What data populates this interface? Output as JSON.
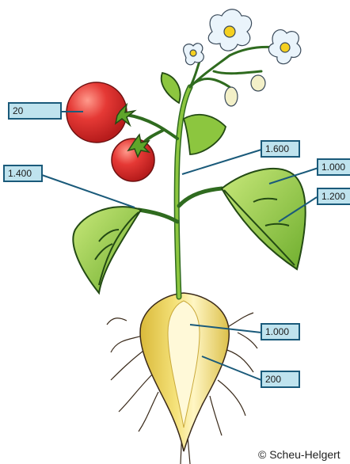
{
  "labels": {
    "fruit": "20",
    "stem_top": "1.600",
    "leaf_left": "1.400",
    "leaf_right": "1.000",
    "leaf_vein_right": "1.200",
    "tuber_center": "1.000",
    "tuber_outer": "200"
  },
  "copyright": "© Scheu-Helgert",
  "colors": {
    "label_fill": "#bfe3ee",
    "label_border": "#1a5a7a",
    "leader_line": "#1a5a7a",
    "leaf": "#8cc63f",
    "tomato": "#e53935",
    "tuber": "#f2dc6b",
    "flower": "#eaf4fb"
  }
}
